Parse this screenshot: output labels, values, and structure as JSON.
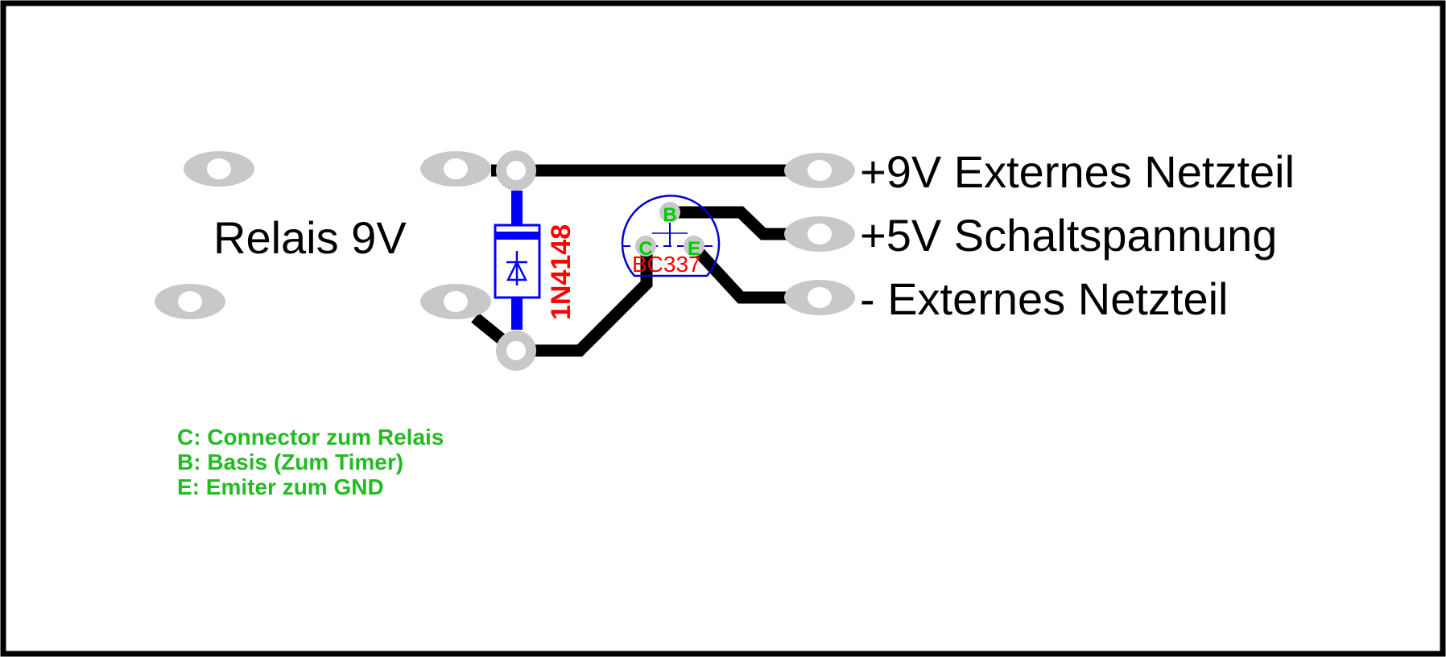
{
  "colors": {
    "background": "#ffffff",
    "frame": "#000000",
    "trace": "#000000",
    "pad": "#c8c8c8",
    "pad_hole": "#ffffff",
    "diode": "#0000ff",
    "transistor_outline": "#0000cc",
    "part_label": "#ff0000",
    "pin_label": "#00cc00",
    "legend": "#22bb22",
    "text": "#000000"
  },
  "relay": {
    "label": "Relais 9V"
  },
  "diode": {
    "part_number": "1N4148"
  },
  "transistor": {
    "part_number": "BC337",
    "pins": {
      "base": "B",
      "collector": "C",
      "emitter": "E"
    }
  },
  "connectors": [
    {
      "label": "+9V Externes Netzteil"
    },
    {
      "label": "+5V Schaltspannung"
    },
    {
      "label": "- Externes Netzteil"
    }
  ],
  "legend": [
    "C: Connector zum Relais",
    "B: Basis (Zum Timer)",
    "E: Emiter zum GND"
  ]
}
